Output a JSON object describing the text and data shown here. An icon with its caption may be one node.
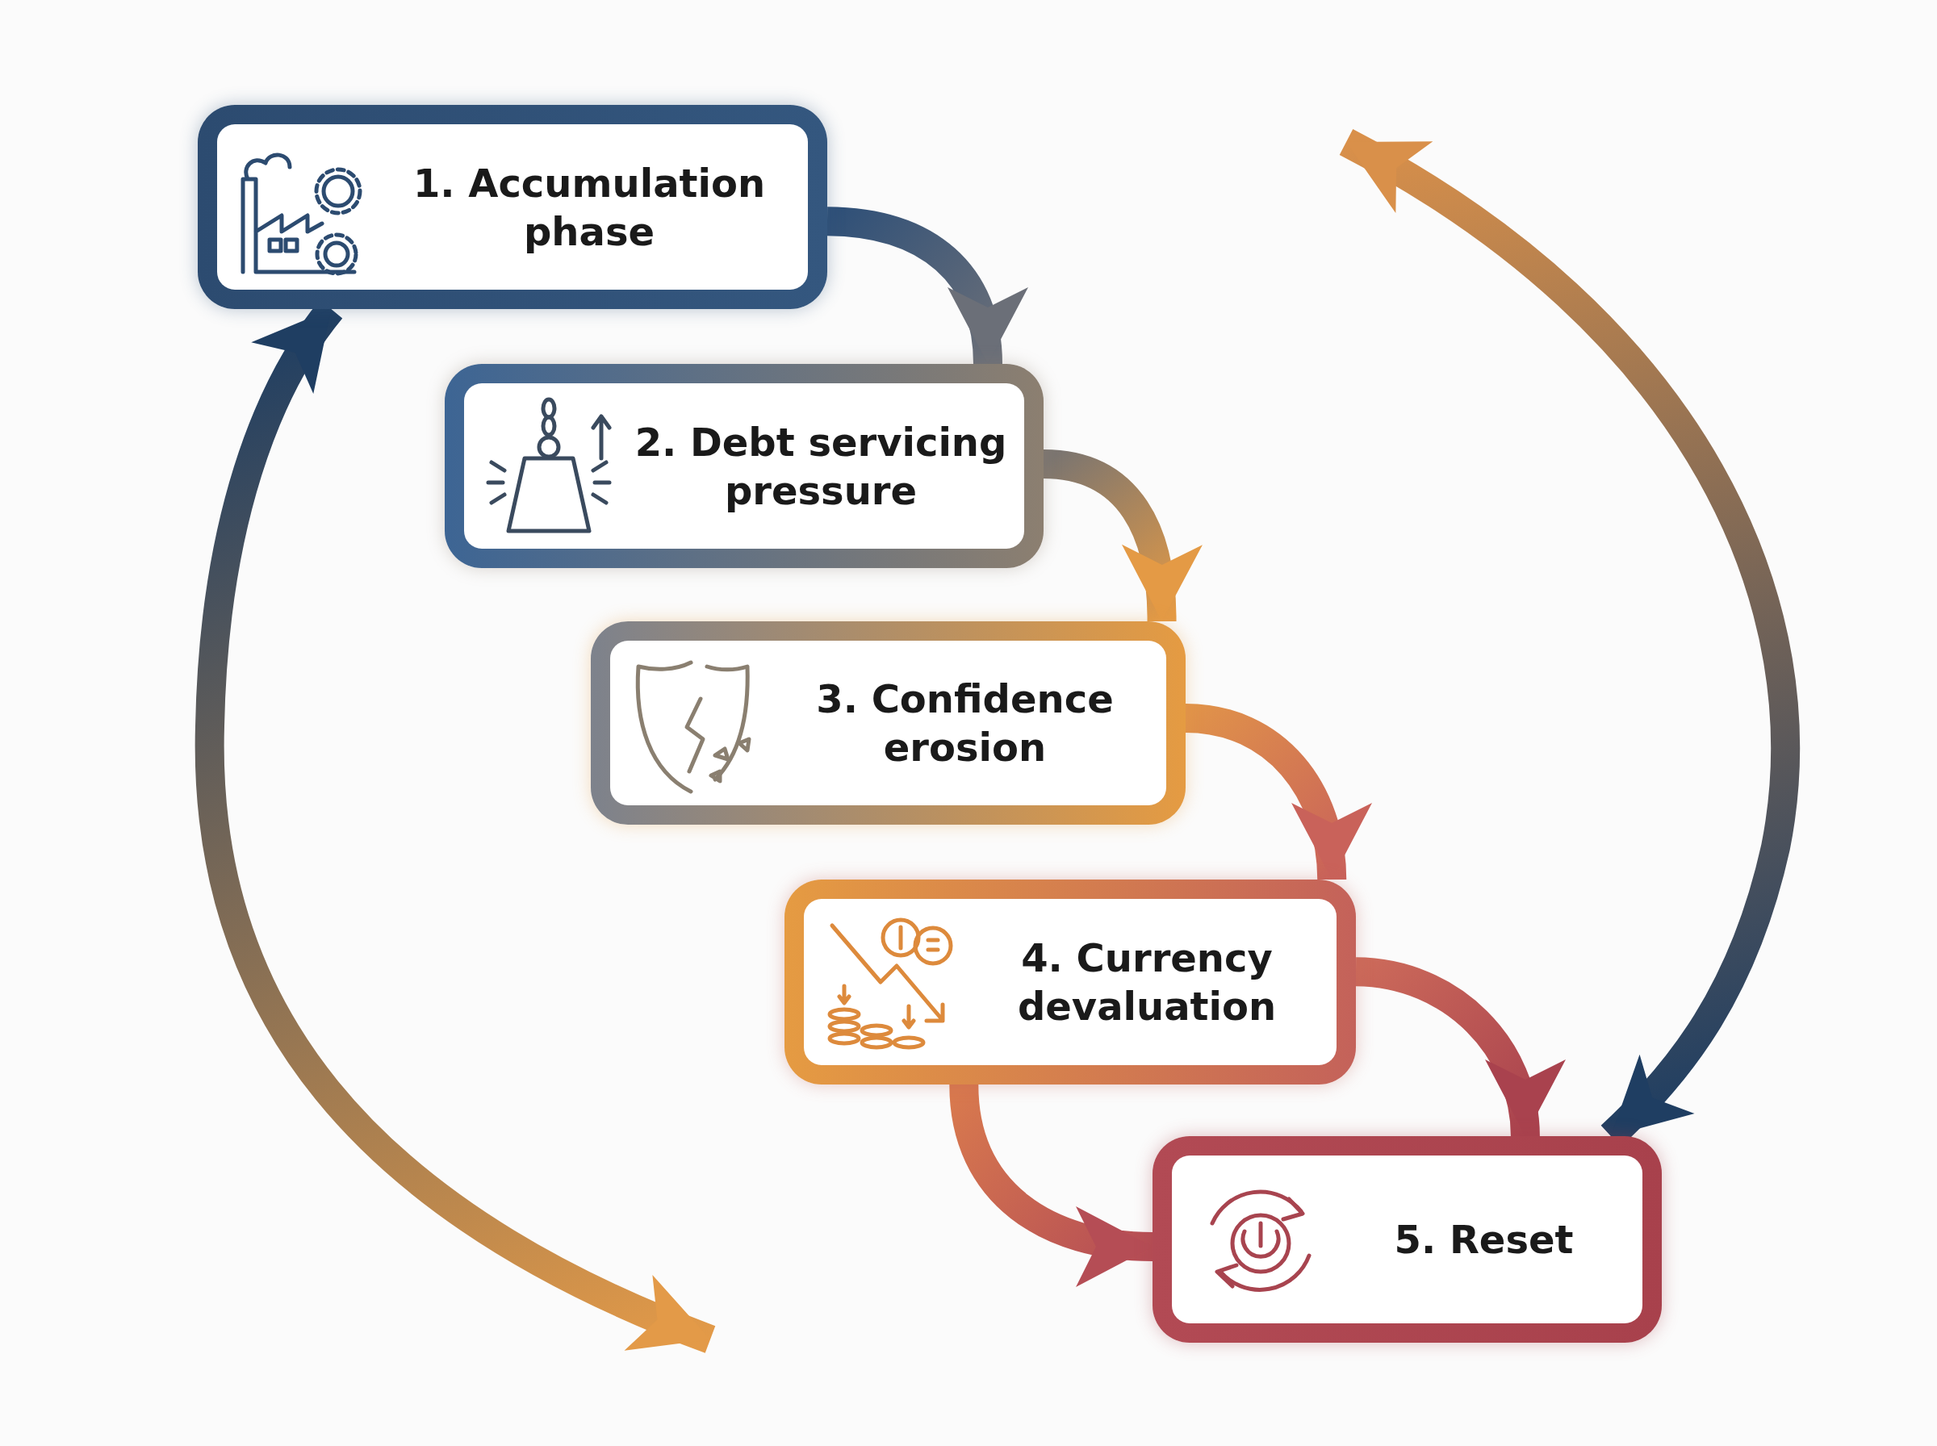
{
  "diagram": {
    "nodes": [
      {
        "text": [
          "1. Accumulation phase"
        ]
      },
      {
        "text": [
          "2. Debt servicing pressure"
        ]
      },
      {
        "text": [
          "3. Confidence erosion"
        ]
      },
      {
        "text": [
          "4. Currency devaluation"
        ]
      },
      {
        "text": [
          "5. Reset"
        ]
      }
    ],
    "edges": [
      {
        "from": 0,
        "to": 1,
        "arrow": "to"
      },
      {
        "from": 1,
        "to": 2,
        "arrow": "to"
      },
      {
        "from": 2,
        "to": 3,
        "arrow": "to"
      },
      {
        "from": 3,
        "to": 4,
        "arrow": "to"
      },
      {
        "from": 3,
        "to": 4,
        "arrow": "to"
      },
      {
        "from": null,
        "to": 0,
        "arrow": "both"
      },
      {
        "from": null,
        "to": 4,
        "arrow": "both"
      }
    ]
  }
}
